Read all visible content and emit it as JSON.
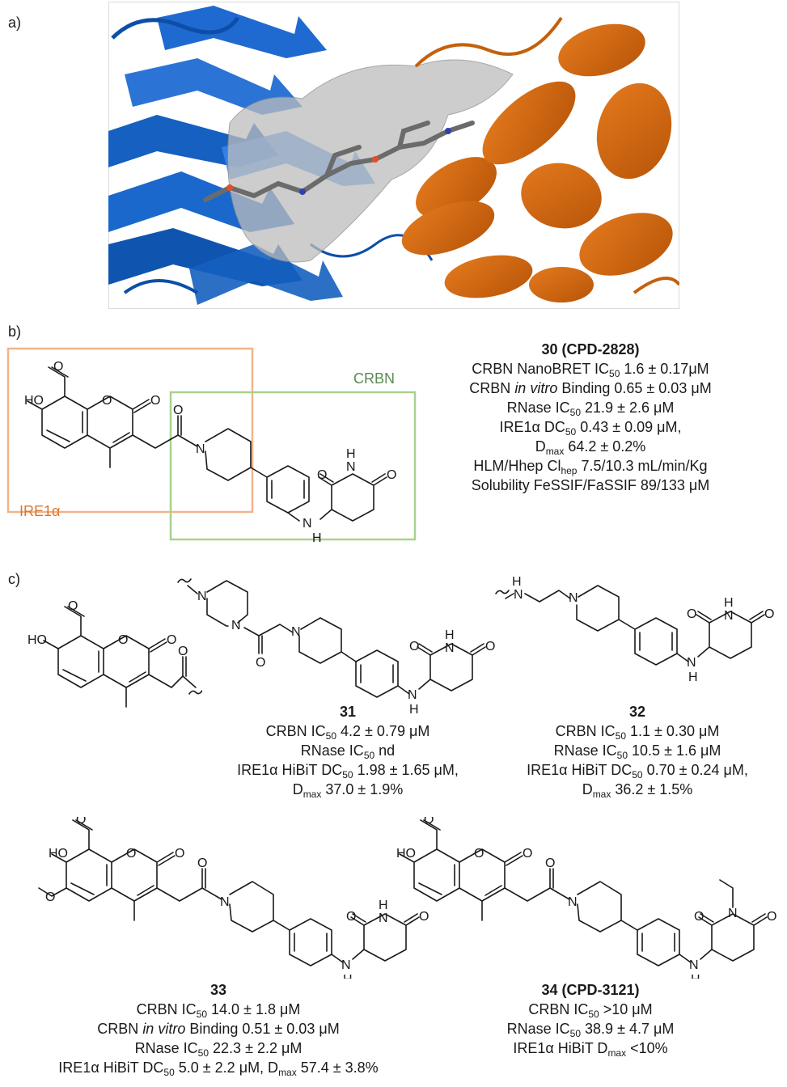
{
  "panel_a": {
    "label": "a)"
  },
  "panel_b": {
    "label": "b)",
    "box_ire1a_label": "IRE1α",
    "box_crbn_label": "CRBN",
    "colors": {
      "ire1a_box": "#f2b48a",
      "ire1a_text": "#d9782d",
      "crbn_box": "#a9d18e",
      "crbn_text": "#5b8a52",
      "protein_blue": "#1560c0",
      "protein_orange": "#d86a10",
      "surface_grey": "#b8b8b8"
    },
    "compound": {
      "title": "30 (CPD-2828)",
      "line1": {
        "pre": "CRBN NanoBRET IC",
        "sub": "50",
        "post": " 1.6  ± 0.17μM"
      },
      "line2": {
        "pre": "CRBN ",
        "ital": "in vitro",
        "post": " Binding 0.65 ± 0.03 μM"
      },
      "line3": {
        "pre": "RNase IC",
        "sub": "50",
        "post": " 21.9 ± 2.6 μM"
      },
      "line4": {
        "pre": "IRE1α DC",
        "sub": "50",
        "post": " 0.43 ± 0.09 μM,"
      },
      "line5": {
        "pre": "D",
        "sub": "max",
        "post": " 64.2 ± 0.2%"
      },
      "line6": {
        "pre": "HLM/Hhep Cl",
        "sub": "hep",
        "post": " 7.5/10.3 mL/min/Kg"
      },
      "line7": {
        "pre": "Solubility FeSSIF/FaSSIF 89/133 μM"
      }
    }
  },
  "panel_c": {
    "label": "c)",
    "c31": {
      "title": "31",
      "line1": {
        "pre": "CRBN IC",
        "sub": "50",
        "post": " 4.2  ± 0.79 μM"
      },
      "line2": {
        "pre": "RNase IC",
        "sub": "50",
        "post": " nd"
      },
      "line3": {
        "pre": "IRE1α HiBiT DC",
        "sub": "50",
        "post": " 1.98 ± 1.65 μM,"
      },
      "line4": {
        "pre": "D",
        "sub": "max",
        "post": " 37.0 ± 1.9%"
      }
    },
    "c32": {
      "title": "32",
      "line1": {
        "pre": "CRBN IC",
        "sub": "50",
        "post": " 1.1 ± 0.30 μM"
      },
      "line2": {
        "pre": "RNase IC",
        "sub": "50",
        "post": " 10.5 ± 1.6 μM"
      },
      "line3": {
        "pre": "IRE1α HiBiT DC",
        "sub": "50",
        "post": " 0.70 ± 0.24 μM,"
      },
      "line4": {
        "pre": "D",
        "sub": "max",
        "post": " 36.2 ± 1.5%"
      }
    },
    "c33": {
      "title": "33",
      "line1": {
        "pre": "CRBN IC",
        "sub": "50",
        "post": " 14.0 ± 1.8 μM"
      },
      "line2": {
        "pre": "CRBN ",
        "ital": "in vitro",
        "post": " Binding 0.51 ± 0.03 μM"
      },
      "line3": {
        "pre": "RNase IC",
        "sub": "50",
        "post": " 22.3 ± 2.2 μM"
      },
      "line4": {
        "pre": "IRE1α HiBiT DC",
        "sub": "50",
        "post": " 5.0 ± 2.2 μM, D",
        "sub2": "max",
        "post2": " 57.4 ± 3.8%"
      }
    },
    "c34": {
      "title": "34 (CPD-3121)",
      "line1": {
        "pre": "CRBN IC",
        "sub": "50",
        "post": " >10 μM"
      },
      "line2": {
        "pre": "RNase IC",
        "sub": "50",
        "post": " 38.9 ± 4.7 μM"
      },
      "line3": {
        "pre": "IRE1α HiBiT D",
        "sub": "max",
        "post": " <10%"
      }
    }
  },
  "atoms": {
    "O": "O",
    "HO": "HO",
    "N": "N",
    "H": "H",
    "NH": "NH",
    "HN_top": "H"
  }
}
